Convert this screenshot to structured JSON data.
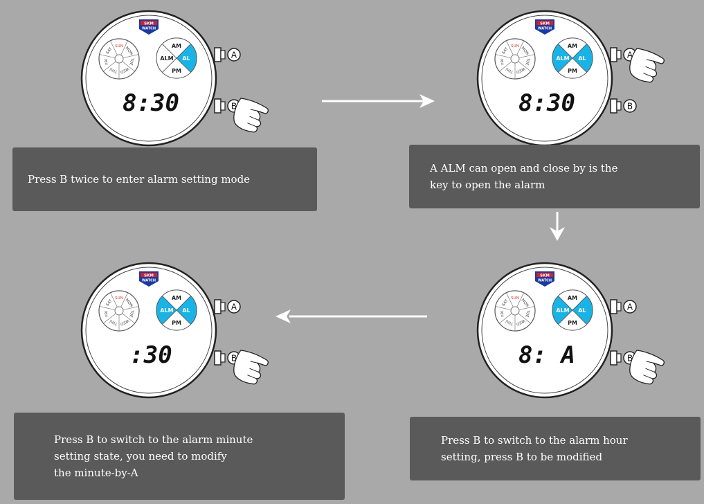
{
  "colors": {
    "background": "#a9a9a9",
    "caption_bg": "#5a5a5a",
    "caption_text": "#ffffff",
    "highlight": "#1ab3e6",
    "weekday_highlight": "#e0402a"
  },
  "logo": {
    "line1": "SKM",
    "line2": "WATCH"
  },
  "dial": {
    "am": "AM",
    "pm": "PM",
    "alm": "ALM",
    "al": "AL"
  },
  "weekdays": [
    "SUN",
    "MON",
    "TUE",
    "WED",
    "THU",
    "FRI",
    "SAT"
  ],
  "buttons": {
    "a": "A",
    "b": "B"
  },
  "steps": [
    {
      "display": "8:30",
      "caption": [
        "Press B twice to enter alarm setting mode"
      ]
    },
    {
      "display": "8:30",
      "caption": [
        "A ALM can open and close by is the",
        "key to open the alarm"
      ]
    },
    {
      "display": "8: A",
      "caption": [
        "Press B to switch to the alarm hour",
        "setting, press B to be modified"
      ]
    },
    {
      "display": ":30",
      "caption": [
        "Press B to switch to the alarm minute",
        "setting state, you need to modify",
        "the minute-by-A"
      ]
    }
  ]
}
